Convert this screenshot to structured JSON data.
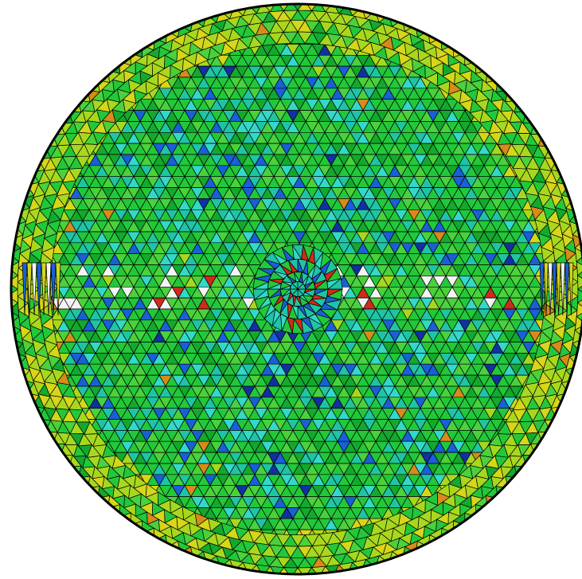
{
  "image": {
    "subject": "circular-triangulated-mesh",
    "background_color": "#ffffff",
    "edge_color": "#000000"
  },
  "palette": {
    "dominant": "#22c83a",
    "green_light": "#4ad13c",
    "green_dark": "#14a82e",
    "cyan": "#1fc4a4",
    "cyan_light": "#33d8c8",
    "blue": "#1a5fd6",
    "blue_dark": "#1230a0",
    "yellow_green": "#a8d81e",
    "yellow": "#d6d61a",
    "orange": "#d88a1a",
    "red": "#d02a1a",
    "white": "#f4f4f4"
  },
  "regions": {
    "outer_ring": "yellow-green",
    "interior": "green-cyan",
    "horizontal_band": "light-green",
    "center": "refined-hub"
  }
}
